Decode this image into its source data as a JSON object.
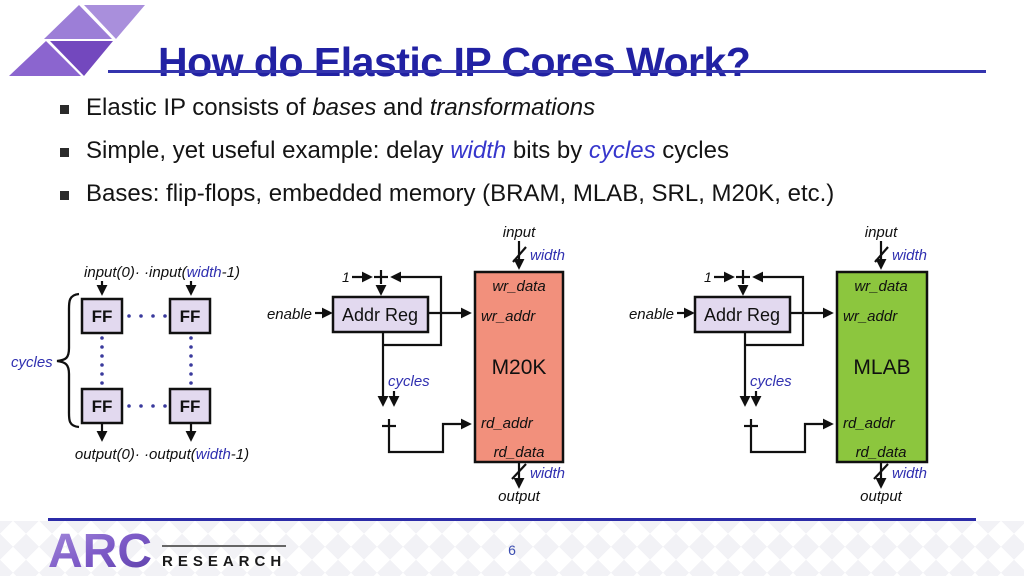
{
  "header": {
    "title": "How do Elastic IP Cores Work?"
  },
  "bullets": {
    "b1": {
      "pre": "Elastic IP consists of ",
      "em1": "bases",
      "mid": " and ",
      "em2": "transformations"
    },
    "b2": {
      "pre": "Simple, yet useful example: delay ",
      "kw1": "width",
      "mid": " bits by ",
      "kw2": "cycles",
      "post": " cycles"
    },
    "b3": {
      "text": "Bases: flip-flops, embedded memory (BRAM, MLAB, SRL, M20K, etc.)"
    }
  },
  "ff_diagram": {
    "input_pre": "input(0)· ·input(",
    "input_kw": "width",
    "input_post": "-1)",
    "output_pre": "output(0)· ·output(",
    "output_kw": "width",
    "output_post": "-1)",
    "cycles": "cycles",
    "ff": "FF"
  },
  "mem_labels": {
    "input": "input",
    "width": "width",
    "output": "output",
    "wr_data": "wr_data",
    "wr_addr": "wr_addr",
    "rd_addr": "rd_addr",
    "rd_data": "rd_data",
    "enable": "enable",
    "one": "1",
    "cycles": "cycles",
    "addr_reg": "Addr Reg"
  },
  "memories": [
    {
      "name": "M20K",
      "fill": "#F2907C"
    },
    {
      "name": "MLAB",
      "fill": "#8CC63E"
    }
  ],
  "footer": {
    "page": "6",
    "logo_arc": "ARC",
    "logo_research": "RESEARCH"
  },
  "colors": {
    "title_blue": "#2121A3",
    "keyword_blue": "#3636CC",
    "diagram_blue": "#3030B0",
    "box_lavender": "#E2D9EF",
    "m20k_salmon": "#F2907C",
    "mlab_green": "#8CC63E"
  }
}
